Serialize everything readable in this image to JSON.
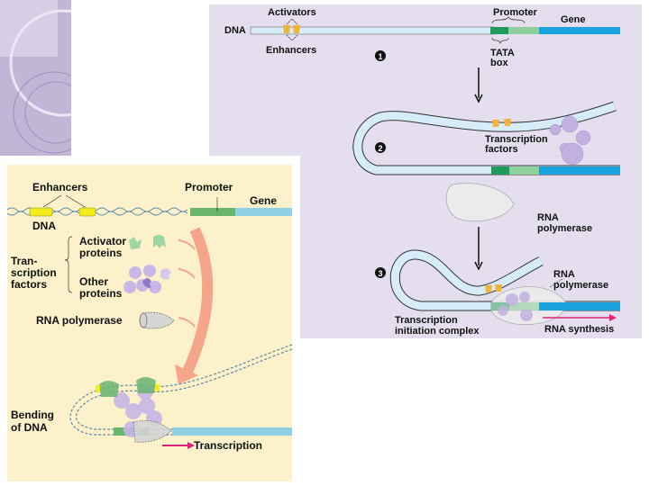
{
  "slide": {
    "decoration": "purple-circles-pattern"
  },
  "right_figure": {
    "labels": {
      "activators": "Activators",
      "dna": "DNA",
      "enhancers": "Enhancers",
      "promoter": "Promoter",
      "gene": "Gene",
      "tata_line1": "TATA",
      "tata_line2": "box",
      "transcription_factors_line1": "Transcription",
      "transcription_factors_line2": "factors",
      "rna_polymerase_line1": "RNA",
      "rna_polymerase_line2": "polymerase",
      "rna_polymerase3_line1": "RNA",
      "rna_polymerase3_line2": "polymerase",
      "tic_line1": "Transcription",
      "tic_line2": "initiation complex",
      "rna_synthesis": "RNA synthesis"
    },
    "steps": [
      "1",
      "2",
      "3"
    ],
    "colors": {
      "background": "#e4deee",
      "dna": "#d6ecf8",
      "tata": "#1e9a5a",
      "promoter": "#8fcf9a",
      "gene": "#1aa3dc",
      "activator": "#f0b43c",
      "protein": "#c2b0e0",
      "polymerase": "#ebebeb",
      "rna_arrow": "#e0207a"
    }
  },
  "left_figure": {
    "labels": {
      "enhancers": "Enhancers",
      "promoter": "Promoter",
      "gene": "Gene",
      "dna": "DNA",
      "activator_line1": "Activator",
      "activator_line2": "proteins",
      "tf_line1": "Tran-",
      "tf_line2": "scription",
      "tf_line3": "factors",
      "other_line1": "Other",
      "other_line2": "proteins",
      "rna_polymerase": "RNA polymerase",
      "bending_line1": "Bending",
      "bending_line2": "of DNA",
      "transcription": "Transcription"
    },
    "colors": {
      "background": "#fdf1cb",
      "enhancer": "#f4ec1a",
      "promoter": "#6ab46e",
      "gene": "#8fd0e4",
      "activator_protein": "#9fd6a2",
      "other_protein": "#c7b6e6",
      "big_arrow": "#f5a58a",
      "transcription_arrow": "#e0207a"
    }
  }
}
